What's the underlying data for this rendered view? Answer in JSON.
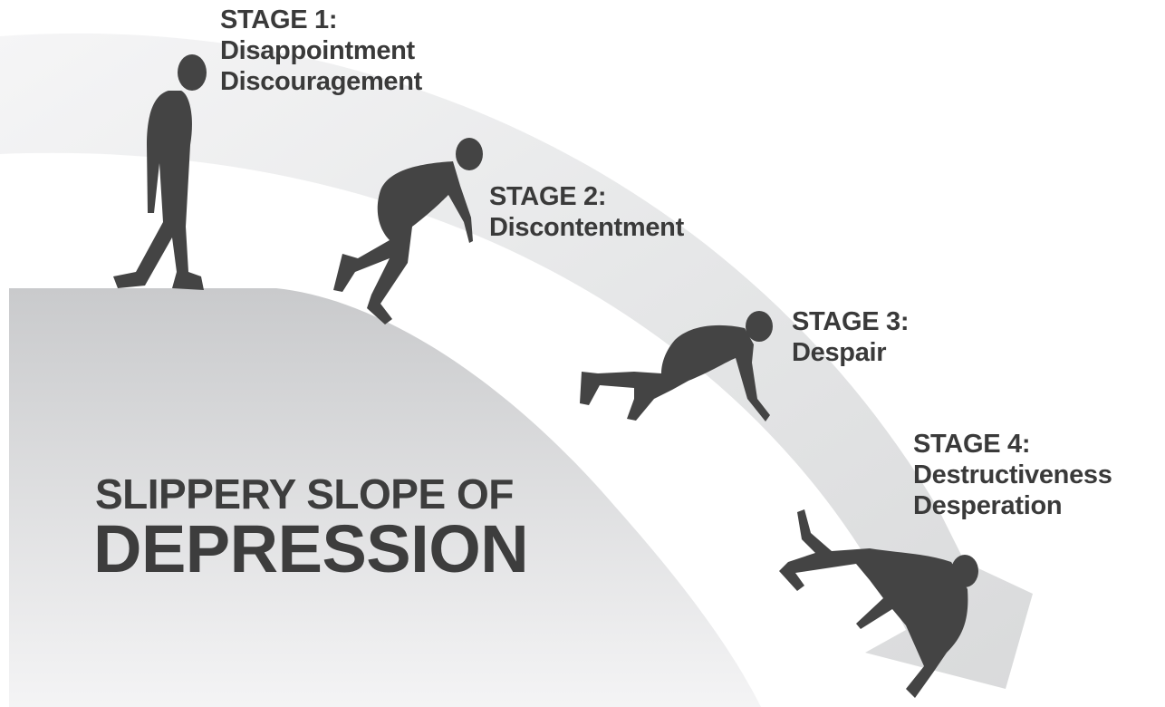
{
  "title": {
    "line1": "SLIPPERY SLOPE OF",
    "line2": "DEPRESSION"
  },
  "stages": [
    {
      "heading": "STAGE 1:",
      "lines": [
        "Disappointment",
        "Discouragement"
      ]
    },
    {
      "heading": "STAGE 2:",
      "lines": [
        "Discontentment"
      ]
    },
    {
      "heading": "STAGE 3:",
      "lines": [
        "Despair"
      ]
    },
    {
      "heading": "STAGE 4:",
      "lines": [
        "Destructiveness",
        "Desperation"
      ]
    }
  ],
  "colors": {
    "silhouette": "#444444",
    "hill_top": "#c9cacc",
    "hill_bottom": "#f4f4f5",
    "arrow": "#e4e5e6",
    "text": "#3a3a3a"
  }
}
